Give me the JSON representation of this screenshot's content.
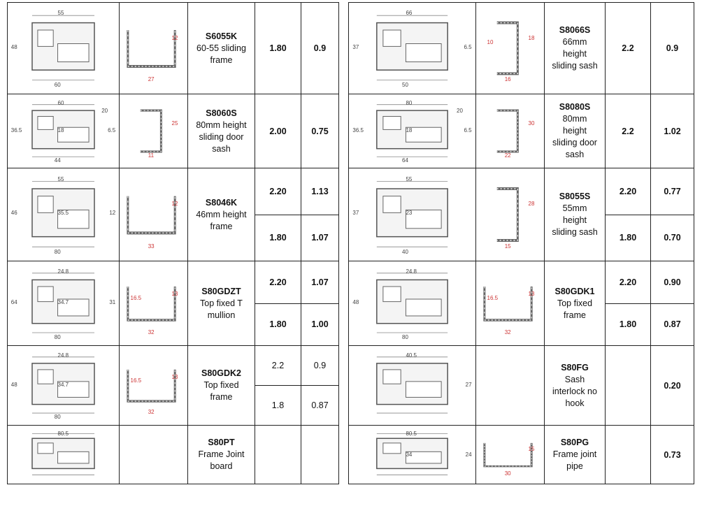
{
  "left": {
    "rows": [
      {
        "profile_dims": [
          "55",
          "60",
          "48"
        ],
        "sheet_dims": [
          "27",
          "12"
        ],
        "sheet_shape": "U",
        "code": "S6055K",
        "desc": "60-55 sliding frame",
        "thickness": [
          "1.80"
        ],
        "weight": [
          "0.9"
        ]
      },
      {
        "profile_dims": [
          "60",
          "44",
          "36.5",
          "6.5",
          "18",
          "20"
        ],
        "sheet_dims": [
          "11",
          "25"
        ],
        "sheet_shape": "C",
        "code": "S8060S",
        "desc": "80mm height sliding door sash",
        "thickness": [
          "2.00"
        ],
        "weight": [
          "0.75"
        ]
      },
      {
        "profile_dims": [
          "55",
          "80",
          "46",
          "12",
          "35.5"
        ],
        "sheet_dims": [
          "33",
          "12"
        ],
        "sheet_shape": "U",
        "code": "S8046K",
        "desc": "46mm height frame",
        "thickness": [
          "2.20",
          "1.80"
        ],
        "weight": [
          "1.13",
          "1.07"
        ]
      },
      {
        "profile_dims": [
          "24.8",
          "80",
          "64",
          "31",
          "34.7"
        ],
        "sheet_dims": [
          "32",
          "13",
          "16.5"
        ],
        "sheet_shape": "U",
        "code": "S80GDZT",
        "desc": "Top fixed T mullion",
        "thickness": [
          "2.20",
          "1.80"
        ],
        "weight": [
          "1.07",
          "1.00"
        ]
      },
      {
        "profile_dims": [
          "24.8",
          "80",
          "48",
          "",
          "34.7"
        ],
        "sheet_dims": [
          "32",
          "13",
          "16.5"
        ],
        "sheet_shape": "U",
        "code": "S80GDK2",
        "desc": "Top fixed frame",
        "thickness": [
          "2.2",
          "1.8"
        ],
        "weight": [
          "0.9",
          "0.87"
        ],
        "light": true
      },
      {
        "profile_dims": [
          "80.5"
        ],
        "sheet_dims": [],
        "sheet_shape": "",
        "code": "S80PT",
        "desc": "Frame Joint board",
        "thickness": [
          ""
        ],
        "weight": [
          ""
        ]
      }
    ]
  },
  "right": {
    "rows": [
      {
        "profile_dims": [
          "66",
          "50",
          "37",
          "6.5"
        ],
        "sheet_dims": [
          "16",
          "18",
          "10"
        ],
        "sheet_shape": "C",
        "code": "S8066S",
        "desc": "66mm height sliding sash",
        "thickness": [
          "2.2"
        ],
        "weight": [
          "0.9"
        ]
      },
      {
        "profile_dims": [
          "80",
          "64",
          "36.5",
          "6.5",
          "18",
          "20"
        ],
        "sheet_dims": [
          "22",
          "30"
        ],
        "sheet_shape": "C",
        "code": "S8080S",
        "desc": "80mm height sliding door sash",
        "thickness": [
          "2.2"
        ],
        "weight": [
          "1.02"
        ]
      },
      {
        "profile_dims": [
          "55",
          "40",
          "37",
          "",
          "23"
        ],
        "sheet_dims": [
          "15",
          "28"
        ],
        "sheet_shape": "C",
        "code": "S8055S",
        "desc": "55mm height sliding sash",
        "thickness": [
          "2.20",
          "1.80"
        ],
        "weight": [
          "0.77",
          "0.70"
        ]
      },
      {
        "profile_dims": [
          "24.8",
          "80",
          "48"
        ],
        "sheet_dims": [
          "32",
          "13",
          "16.5"
        ],
        "sheet_shape": "U",
        "code": "S80GDK1",
        "desc": "Top fixed frame",
        "thickness": [
          "2.20",
          "1.80"
        ],
        "weight": [
          "0.90",
          "0.87"
        ]
      },
      {
        "profile_dims": [
          "40.5",
          "",
          "",
          "27"
        ],
        "sheet_dims": [],
        "sheet_shape": "",
        "code": "S80FG",
        "desc": "Sash interlock no hook",
        "thickness": [
          ""
        ],
        "weight": [
          "0.20"
        ]
      },
      {
        "profile_dims": [
          "80.5",
          "",
          "",
          "24",
          "34"
        ],
        "sheet_dims": [
          "30",
          "15"
        ],
        "sheet_shape": "U",
        "code": "S80PG",
        "desc": "Frame joint pipe",
        "thickness": [
          ""
        ],
        "weight": [
          "0.73"
        ]
      }
    ]
  }
}
